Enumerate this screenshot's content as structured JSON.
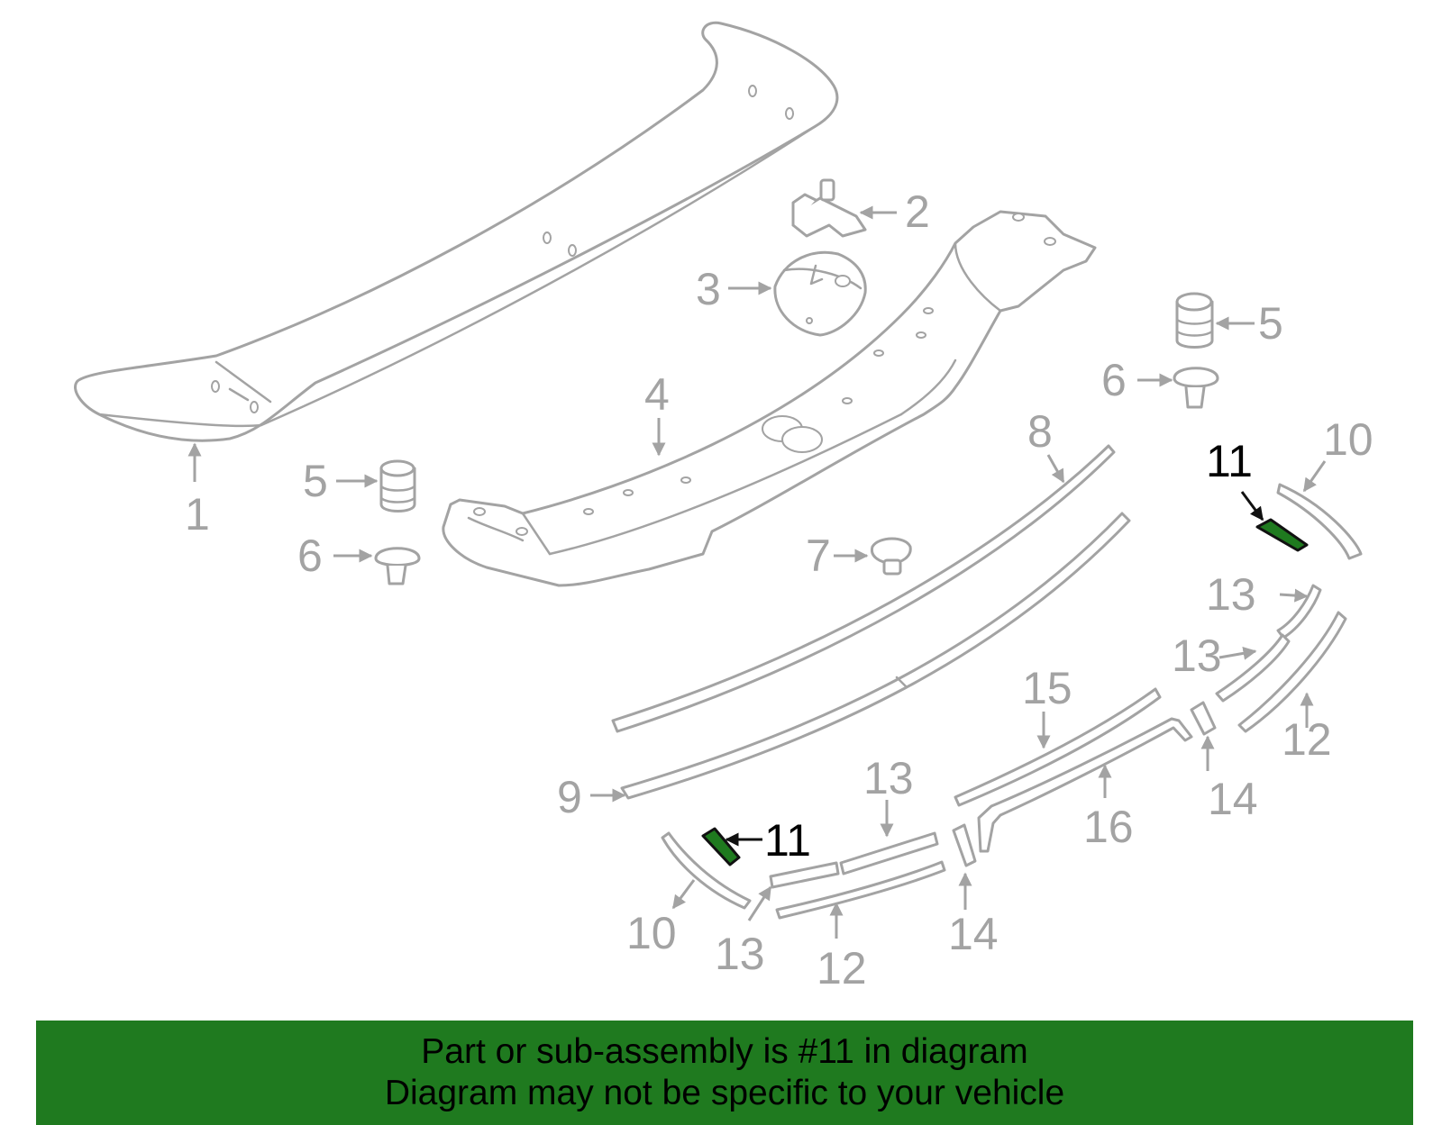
{
  "diagram": {
    "colors": {
      "line": "#a3a3a3",
      "highlight_fill": "#1f7a1f",
      "highlight_text": "#000000",
      "banner": "#1f7a1f"
    },
    "highlighted_part": "11",
    "callouts": {
      "c1": "1",
      "c2": "2",
      "c3": "3",
      "c4": "4",
      "c5_left": "5",
      "c5_right": "5",
      "c6_left": "6",
      "c6_right": "6",
      "c7": "7",
      "c8": "8",
      "c9": "9",
      "c10_right": "10",
      "c10_left": "10",
      "c11_right": "11",
      "c11_left": "11",
      "c12_right": "12",
      "c12_left": "12",
      "c13_right_top": "13",
      "c13_right_mid": "13",
      "c13_center": "13",
      "c13_left": "13",
      "c14_right": "14",
      "c14_left": "14",
      "c15": "15",
      "c16": "16"
    }
  },
  "banner": {
    "line1": "Part or sub-assembly is #11 in diagram",
    "line2": "Diagram may not be specific to your vehicle"
  }
}
